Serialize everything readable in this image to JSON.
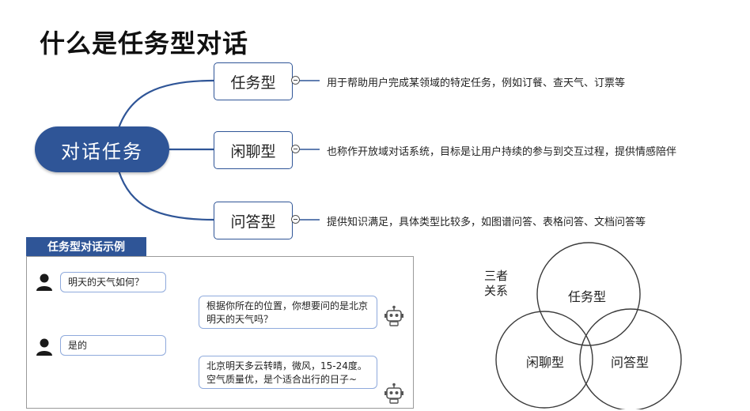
{
  "title": "什么是任务型对话",
  "mindmap": {
    "center": "对话任务",
    "branches": [
      {
        "label": "任务型",
        "description": "用于帮助用户完成某领域的特定任务，例如订餐、查天气、订票等"
      },
      {
        "label": "闲聊型",
        "description": "也称作开放域对话系统，目标是让用户持续的参与到交互过程，提供情感陪伴"
      },
      {
        "label": "问答型",
        "description": "提供知识满足，具体类型比较多，如图谱问答、表格问答、文档问答等"
      }
    ]
  },
  "example": {
    "label": "任务型对话示例",
    "dialog": [
      {
        "speaker": "user",
        "text": "明天的天气如何？"
      },
      {
        "speaker": "bot",
        "text": "根据你所在的位置，你想要问的是北京明天的天气吗？"
      },
      {
        "speaker": "user",
        "text": "是的"
      },
      {
        "speaker": "bot",
        "text": "北京明天多云转晴，微风，15-24度。空气质量优，是个适合出行的日子~"
      }
    ]
  },
  "venn": {
    "label_line1": "三者",
    "label_line2": "关系",
    "circles": [
      "任务型",
      "闲聊型",
      "问答型"
    ]
  },
  "colors": {
    "accent": "#2f5597",
    "bubble_border": "#8faadc",
    "connector": "#2f5597"
  },
  "icons": {
    "user": "user-icon",
    "bot": "robot-icon",
    "collapse": "collapse-minus-icon"
  }
}
